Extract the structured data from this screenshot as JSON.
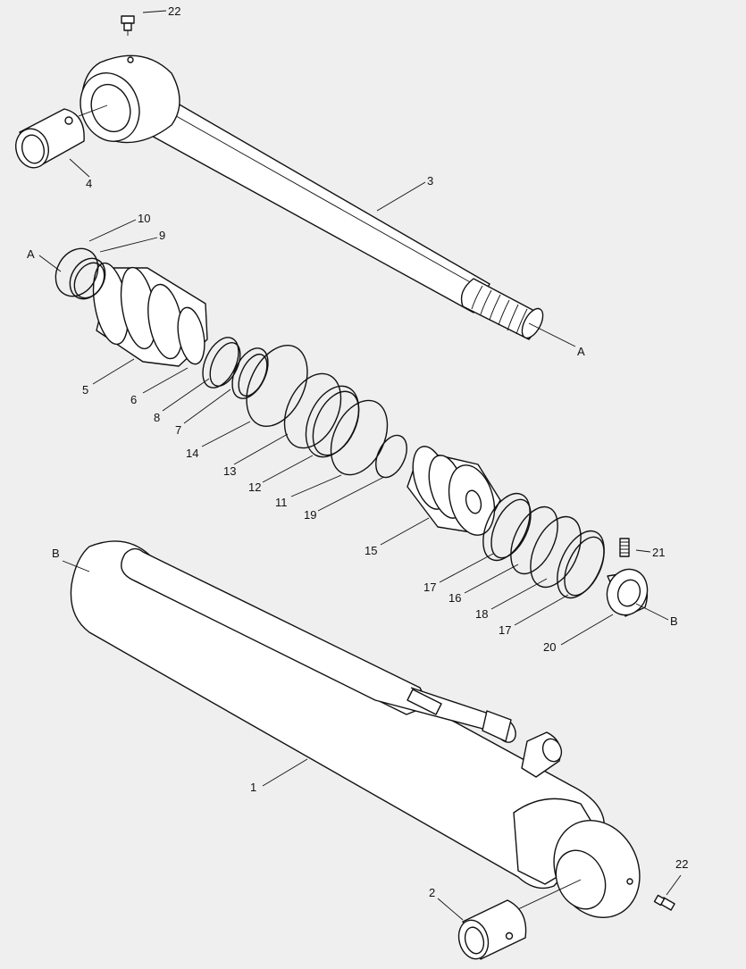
{
  "labels": {
    "p1": "1",
    "p2": "2",
    "p3": "3",
    "p4": "4",
    "p5": "5",
    "p6": "6",
    "p7": "7",
    "p8": "8",
    "p9": "9",
    "p10": "10",
    "p11": "11",
    "p12": "12",
    "p13": "13",
    "p14": "14",
    "p15": "15",
    "p16": "16",
    "p17a": "17",
    "p17b": "17",
    "p18": "18",
    "p19": "19",
    "p20": "20",
    "p21": "21",
    "p22a": "22",
    "p22b": "22",
    "refA1": "A",
    "refA2": "A",
    "refB1": "B",
    "refB2": "B"
  }
}
